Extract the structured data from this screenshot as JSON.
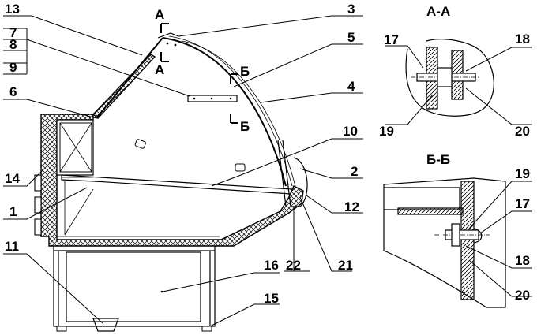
{
  "labels": {
    "p1": "1",
    "p2": "2",
    "p3": "3",
    "p4": "4",
    "p5": "5",
    "p6": "6",
    "p7": "7",
    "p8": "8",
    "p9": "9",
    "p10": "10",
    "p11": "11",
    "p12": "12",
    "p13": "13",
    "p14": "14",
    "p15": "15",
    "p16": "16",
    "p17": "17",
    "p18": "18",
    "p19": "19",
    "p20": "20",
    "p21": "21",
    "p22": "22"
  },
  "section_marks": {
    "a_top": "А",
    "a_bottom": "А",
    "b_top": "Б",
    "b_bottom": "Б"
  },
  "detail_titles": {
    "aa": "А-А",
    "bb": "Б-Б"
  },
  "detail_labels": {
    "aa_17": "17",
    "aa_18": "18",
    "aa_19": "19",
    "aa_20": "20",
    "bb_19": "19",
    "bb_17": "17",
    "bb_18": "18",
    "bb_20": "20"
  }
}
